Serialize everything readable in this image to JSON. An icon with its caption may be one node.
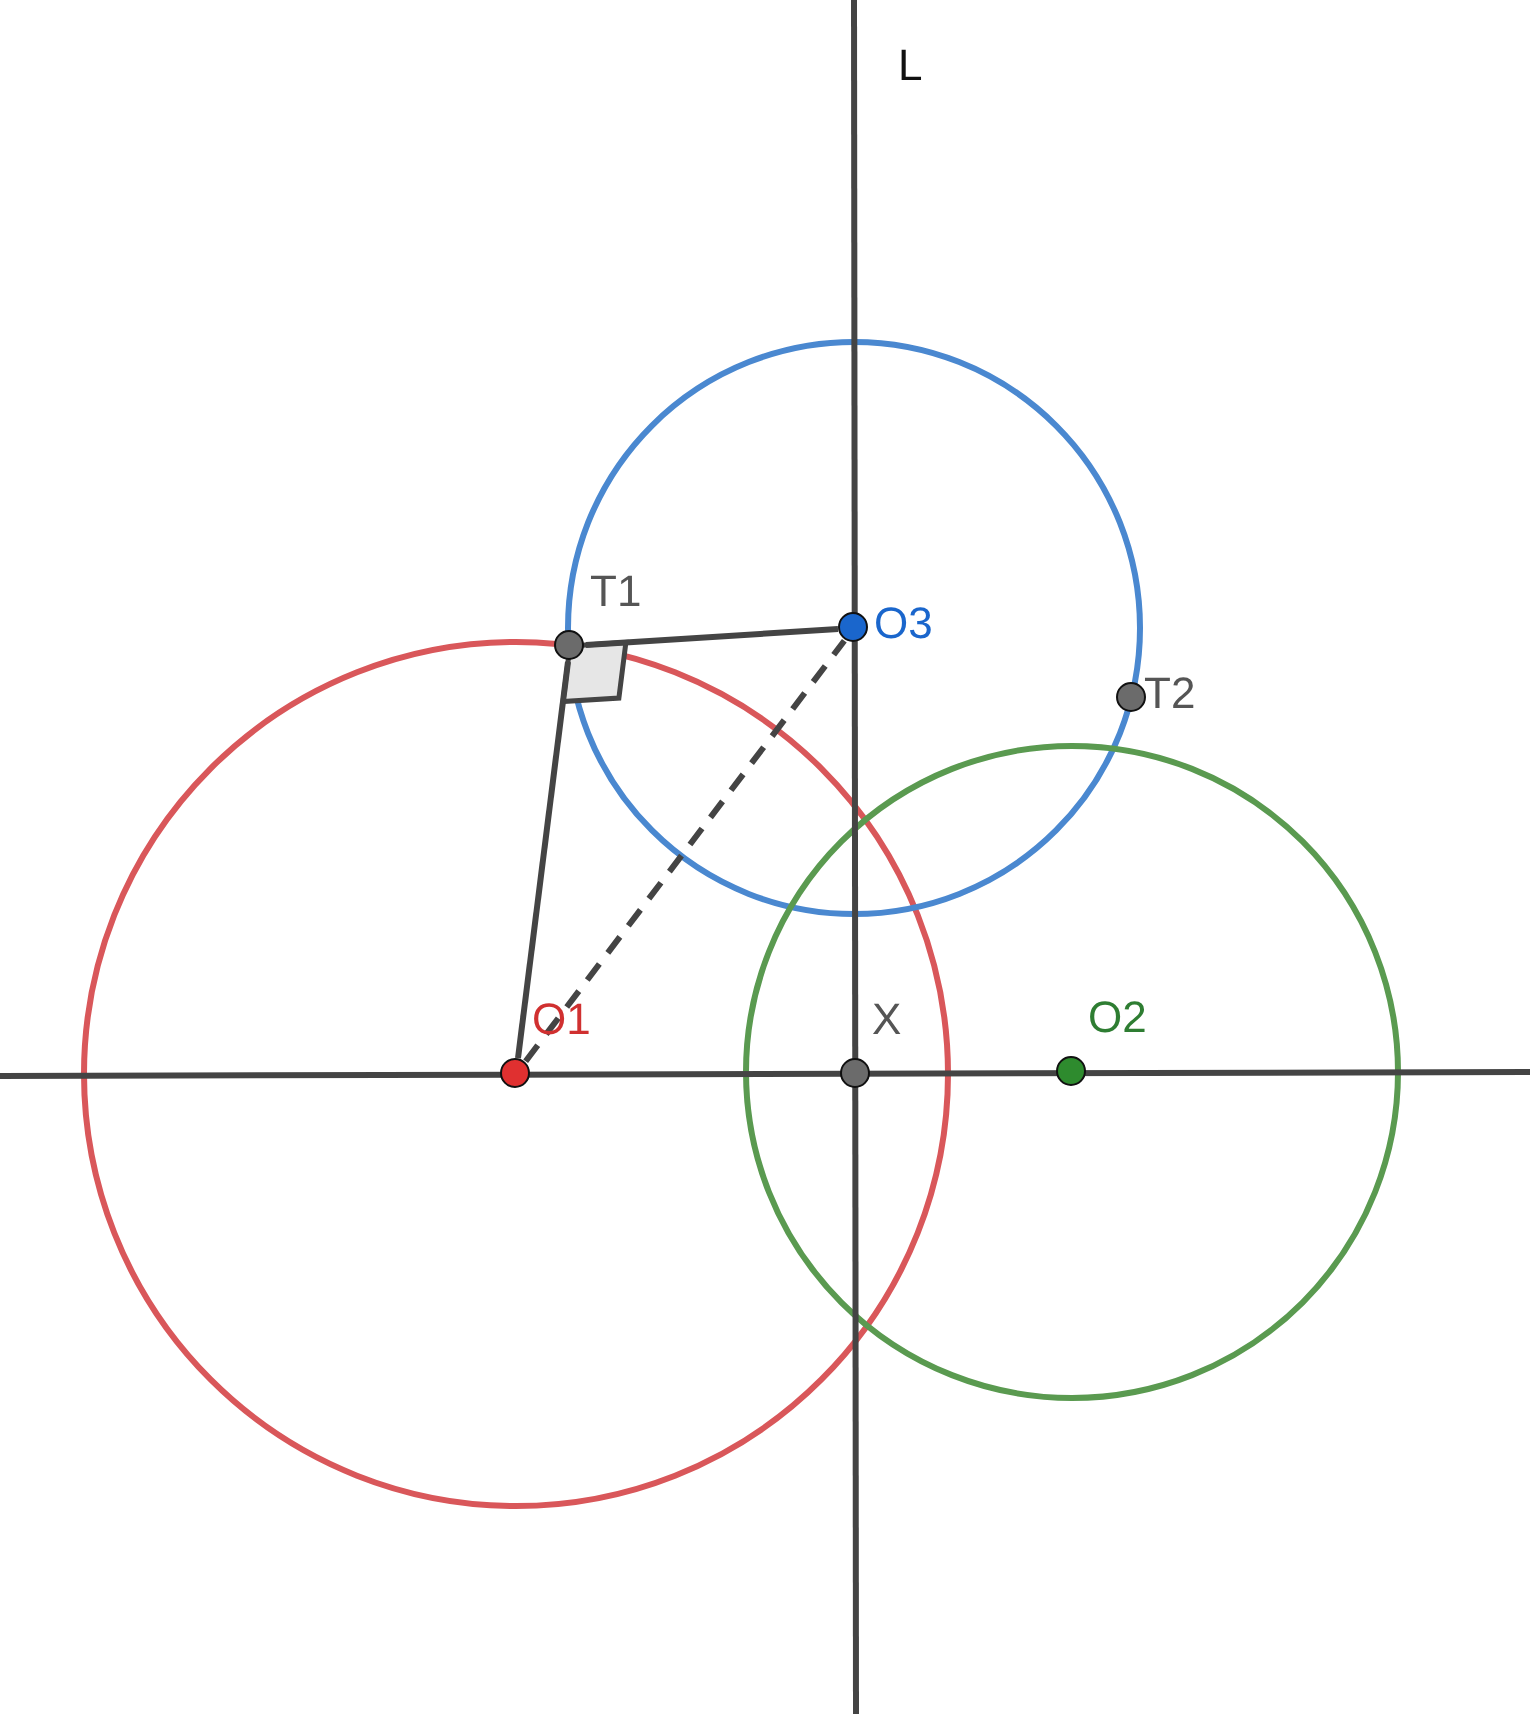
{
  "diagram": {
    "nodes": [
      {
        "text": [
          "T1"
        ]
      },
      {
        "text": [
          "O3"
        ]
      },
      {
        "text": [
          "T2"
        ]
      },
      {
        "text": [
          "O1"
        ]
      },
      {
        "text": [
          "X"
        ]
      },
      {
        "text": [
          "O2"
        ]
      }
    ],
    "edges": [
      {
        "from": 0,
        "to": 3,
        "arrow": "none"
      },
      {
        "from": 0,
        "to": 1,
        "arrow": "none"
      },
      {
        "from": 3,
        "to": 1,
        "arrow": "none",
        "style": "dashed"
      }
    ],
    "labels": [
      "L"
    ]
  }
}
